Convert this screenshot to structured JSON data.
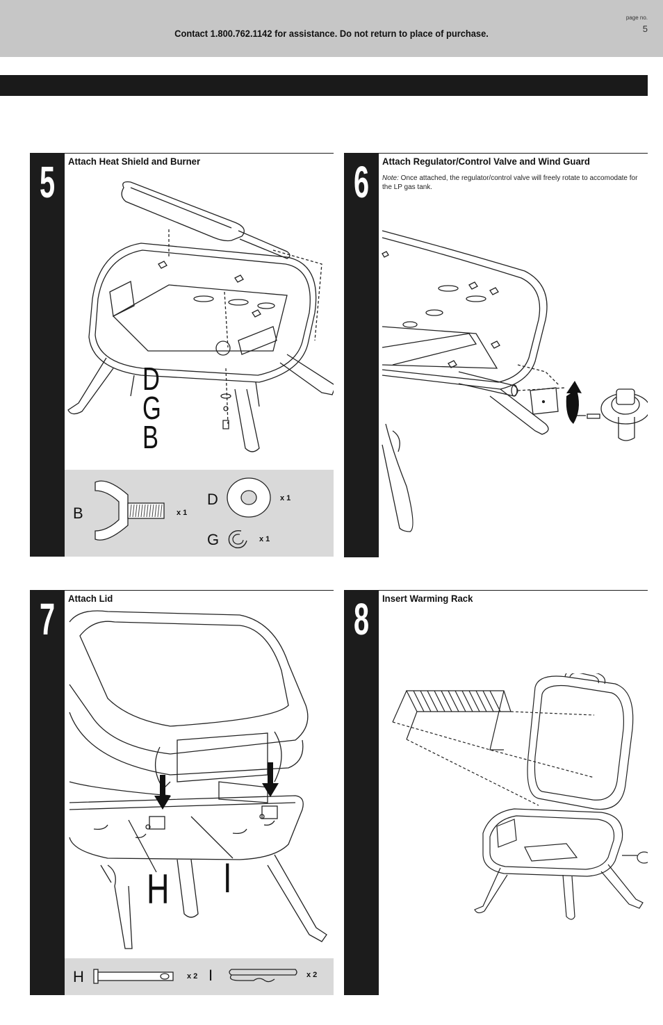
{
  "header": {
    "contact": "Contact 1.800.762.1142 for assistance. Do not return to place of purchase.",
    "page_label": "page no.",
    "page_number": "5"
  },
  "steps": [
    {
      "number": "5",
      "title": "Attach Heat Shield and Burner",
      "callouts": [
        "D",
        "G",
        "B"
      ],
      "parts": [
        {
          "label": "B",
          "qty": "x 1"
        },
        {
          "label": "D",
          "qty": "x 1"
        },
        {
          "label": "G",
          "qty": "x 1"
        }
      ]
    },
    {
      "number": "6",
      "title": "Attach Regulator/Control Valve and Wind Guard",
      "note_label": "Note:",
      "note_text": " Once attached, the regulator/control valve will freely rotate to accomodate for the LP gas tank."
    },
    {
      "number": "7",
      "title": "Attach Lid",
      "callouts": [
        "H",
        "I"
      ],
      "parts": [
        {
          "label": "H",
          "qty": "x 2"
        },
        {
          "label": "I",
          "qty": "x 2"
        }
      ]
    },
    {
      "number": "8",
      "title": "Insert Warming Rack"
    }
  ]
}
